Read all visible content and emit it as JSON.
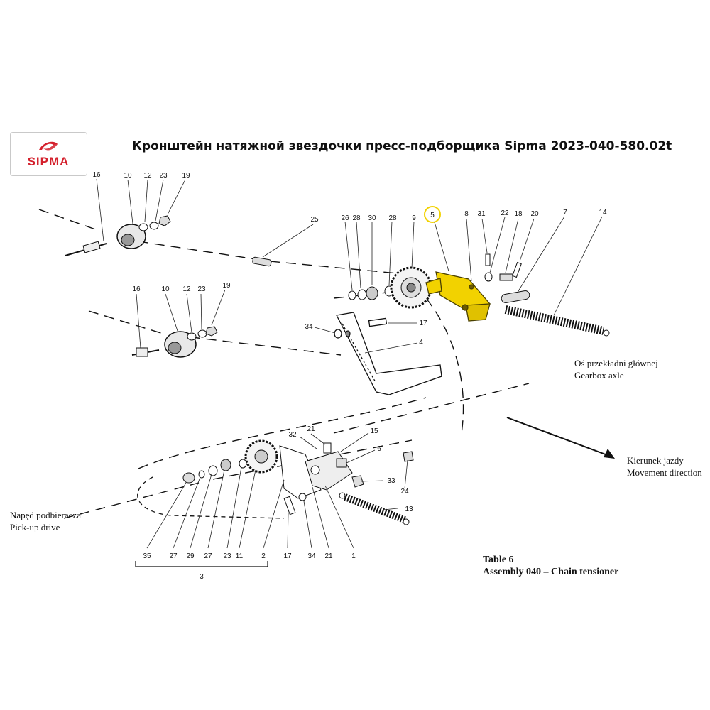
{
  "brand": {
    "logo_text": "SIPMA",
    "color": "#d4202c"
  },
  "title": "Кронштейн натяжной звездочки пресс-подборщика Sipma 2023-040-580.02t",
  "highlight": {
    "part": "5",
    "color": "#f2d200",
    "ring_color": "#f2d200"
  },
  "callouts": [
    "16",
    "10",
    "12",
    "23",
    "19",
    "25",
    "26",
    "28",
    "30",
    "28",
    "9",
    "5",
    "8",
    "31",
    "22",
    "18",
    "20",
    "7",
    "14",
    "16",
    "10",
    "12",
    "23",
    "19",
    "34",
    "17",
    "4",
    "32",
    "21",
    "15",
    "6",
    "33",
    "24",
    "13",
    "35",
    "27",
    "29",
    "27",
    "23",
    "11",
    "2",
    "17",
    "34",
    "21",
    "1",
    "3"
  ],
  "notes": {
    "gearbox_pl": "Oś przekładni głównej",
    "gearbox_en": "Gearbox axle",
    "direction_pl": "Kierunek jazdy",
    "direction_en": "Movement direction",
    "pickup_pl": "Napęd podbieracza",
    "pickup_en": "Pick-up drive",
    "table_no": "Table 6",
    "assembly": "Assembly 040 – Chain tensioner"
  }
}
